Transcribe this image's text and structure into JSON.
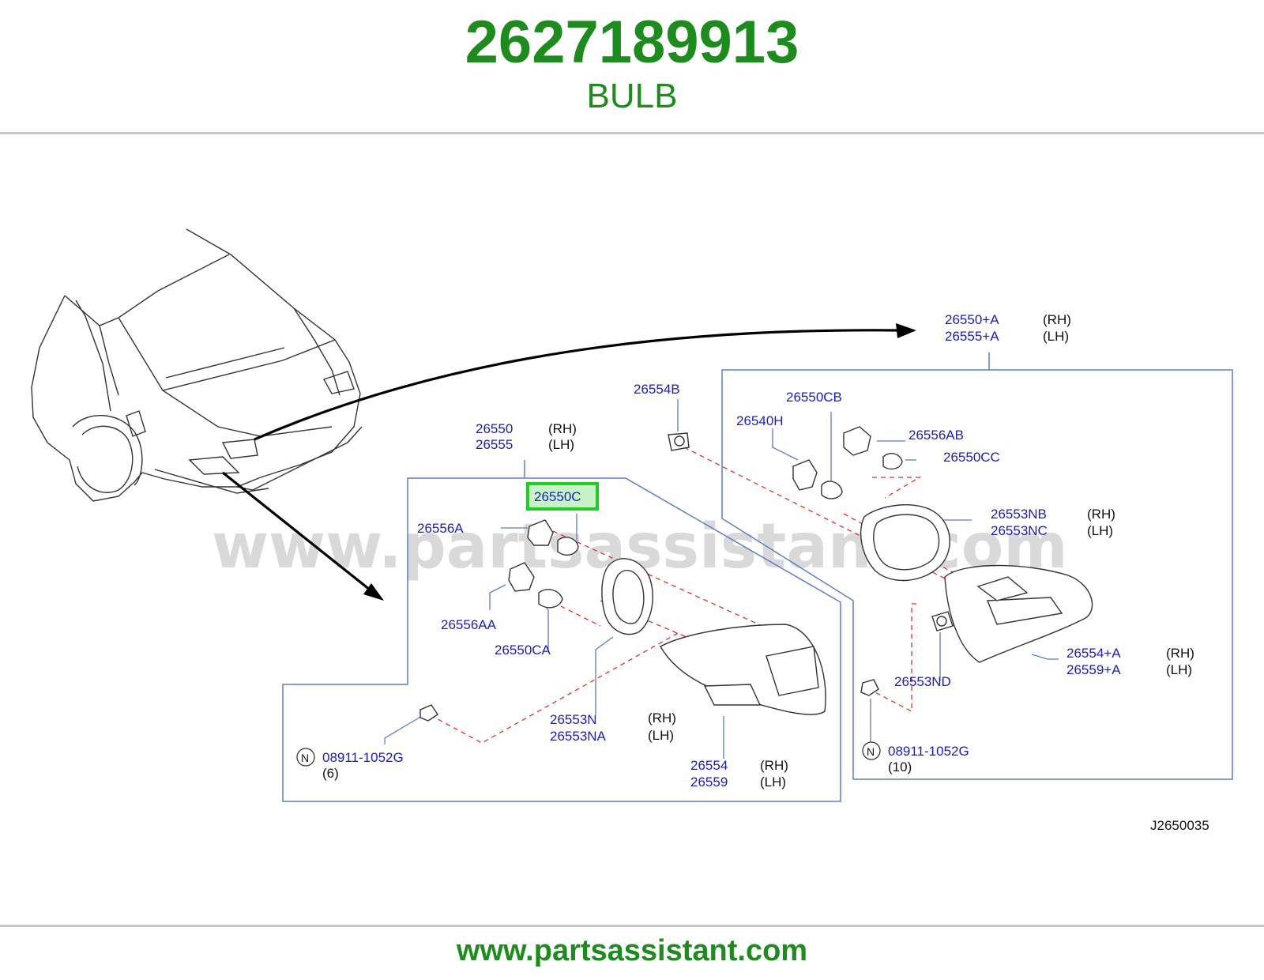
{
  "header": {
    "part_number": "2627189913",
    "part_name": "BULB"
  },
  "footer": {
    "url": "www.partsassistant.com"
  },
  "watermark": "www.partsassistant.com",
  "colors": {
    "brand": "#1c8c1c",
    "label": "#1a1acc",
    "highlight_border": "#22cc22",
    "highlight_fill": "#c9f2c9",
    "guide": "#e03030",
    "box": "#5a7ec8"
  },
  "diagram": {
    "code": "J2650035",
    "highlighted": "26550C",
    "labels": {
      "l26550A": "26550+A",
      "l26555A": "26555+A",
      "rh1": "(RH)",
      "lh1": "(LH)",
      "l26554B": "26554B",
      "l26550CB": "26550CB",
      "l26540H": "26540H",
      "l26556AB": "26556AB",
      "l26550CC": "26550CC",
      "l26553NB": "26553NB",
      "l26553NC": "26553NC",
      "rh2": "(RH)",
      "lh2": "(LH)",
      "l26550": "26550",
      "l26555": "26555",
      "rh3": "(RH)",
      "lh3": "(LH)",
      "l26550C": "26550C",
      "l26556A": "26556A",
      "l26556AA": "26556AA",
      "l26550CA": "26550CA",
      "l26553N": "26553N",
      "l26553NA": "26553NA",
      "rh4": "(RH)",
      "lh4": "(LH)",
      "l26554": "26554",
      "l26559": "26559",
      "rh5": "(RH)",
      "lh5": "(LH)",
      "n1": "N",
      "l08911a": "08911-1052G",
      "q6": "(6)",
      "l26554A": "26554+A",
      "l26559A": "26559+A",
      "rh6": "(RH)",
      "lh6": "(LH)",
      "l26553ND": "26553ND",
      "n2": "N",
      "l08911b": "08911-1052G",
      "q10": "(10)"
    }
  }
}
